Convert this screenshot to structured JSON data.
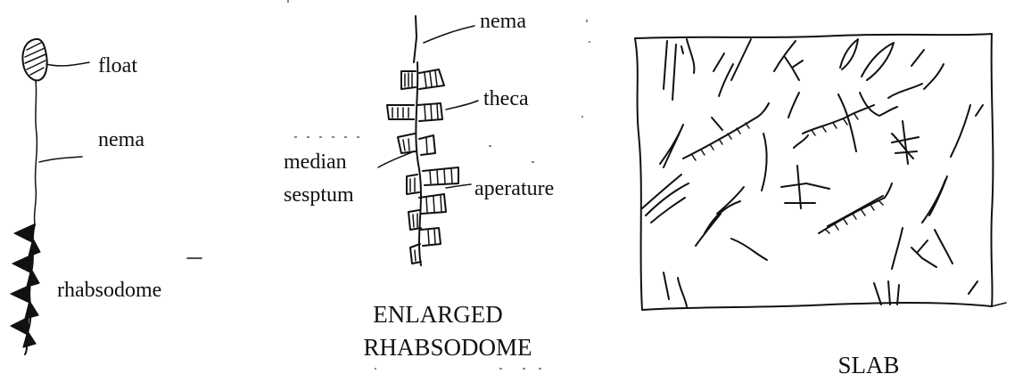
{
  "panels": {
    "graptolite": {
      "labels": {
        "float": "float",
        "nema": "nema",
        "rhabsodome": "rhabsodome"
      }
    },
    "enlarged": {
      "labels": {
        "nema": "nema",
        "theca": "theca",
        "median_line1": "median",
        "median_line2": "sesptum",
        "aperature": "aperature"
      },
      "caption_line1": "ENLARGED",
      "caption_line2": "RHABSODOME"
    },
    "slab": {
      "caption": "SLAB"
    }
  }
}
